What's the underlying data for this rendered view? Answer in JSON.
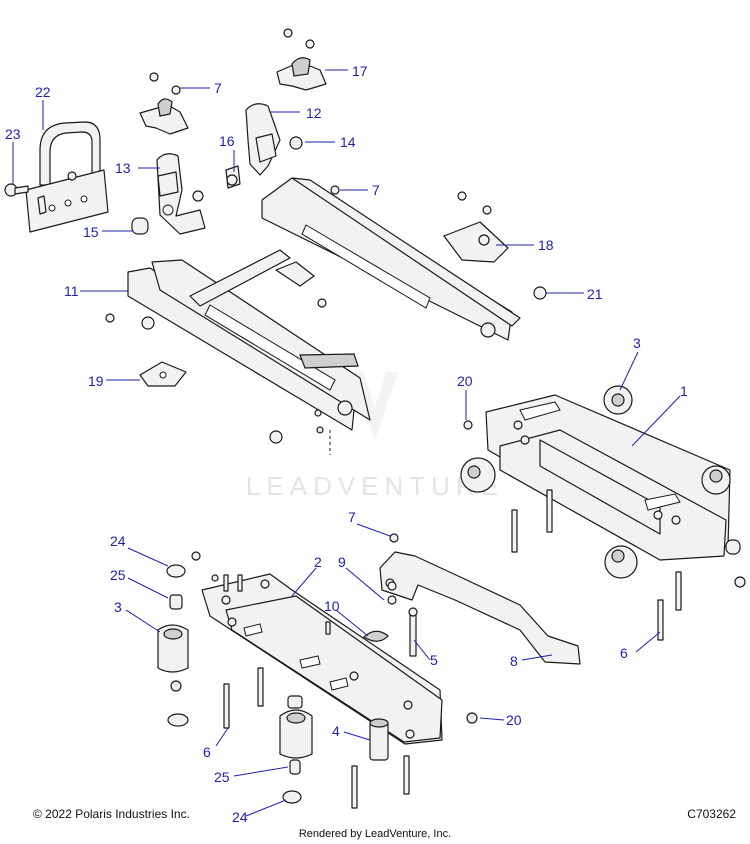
{
  "watermark": "LEADVENTURE",
  "copyright": "© 2022 Polaris Industries Inc.",
  "figure_id": "C703262",
  "rendered_by": "Rendered by LeadVenture, Inc.",
  "callouts": {
    "c1": "1",
    "c2": "2",
    "c3a": "3",
    "c3b": "3",
    "c4": "4",
    "c5": "5",
    "c6a": "6",
    "c6b": "6",
    "c7a": "7",
    "c7b": "7",
    "c7c": "7",
    "c8": "8",
    "c9": "9",
    "c10": "10",
    "c11": "11",
    "c12": "12",
    "c13": "13",
    "c14": "14",
    "c15": "15",
    "c16": "16",
    "c17": "17",
    "c18": "18",
    "c19": "19",
    "c20a": "20",
    "c20b": "20",
    "c21": "21",
    "c22": "22",
    "c23": "23",
    "c24a": "24",
    "c24b": "24",
    "c25a": "25",
    "c25b": "25"
  },
  "colors": {
    "callout": "#1f1fb0",
    "line": "#1a1a1a",
    "part_fill": "#f2f2f2",
    "watermark": "#e4e4e4"
  }
}
